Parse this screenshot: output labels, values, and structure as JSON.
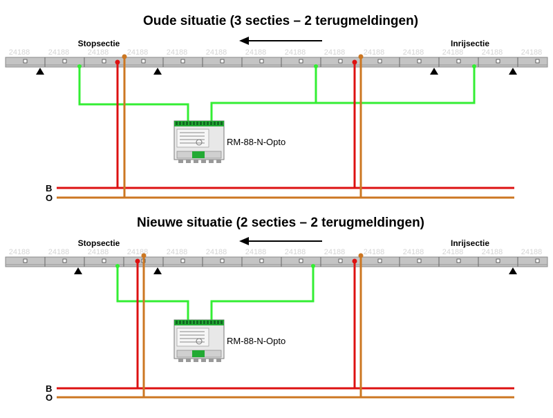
{
  "colors": {
    "rail_gray": "#c0c0c0",
    "track_dark": "#8a8a8a",
    "feedback_green": "#33ee33",
    "b_wire_red": "#dd1111",
    "o_wire_orange": "#cc7722",
    "text_black": "#000000",
    "label_gray": "#d4d4d4"
  },
  "track_labels": [
    "24188",
    "24188",
    "24188",
    "24188",
    "24188",
    "24188",
    "24188",
    "24188",
    "24188",
    "24188",
    "24188",
    "24188",
    "24188",
    "24188"
  ],
  "diagrams": [
    {
      "title": "Oude situatie (3 secties – 2 terugmeldingen)",
      "section_left": "Stopsectie",
      "section_right": "Inrijsectie",
      "module_name": "RM-88-N-Opto",
      "wire_b": "B",
      "wire_o": "O"
    },
    {
      "title": "Nieuwe situatie (2 secties – 2 terugmeldingen)",
      "section_left": "Stopsectie",
      "section_right": "Inrijsectie",
      "module_name": "RM-88-N-Opto",
      "wire_b": "B",
      "wire_o": "O"
    }
  ]
}
